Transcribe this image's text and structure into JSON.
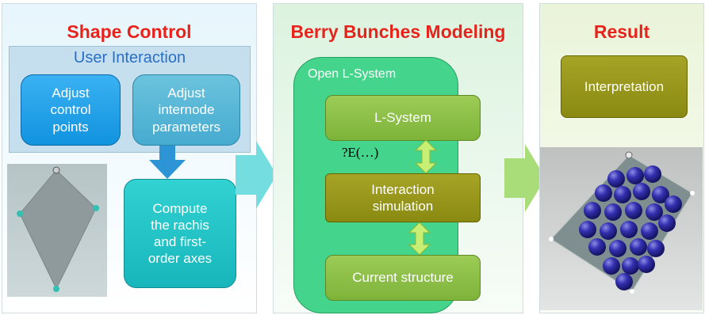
{
  "panels": {
    "shape_control": {
      "title": "Shape Control",
      "user_interaction_label": "User Interaction",
      "adjust_control_points": [
        "Adjust",
        "control",
        "points"
      ],
      "adjust_internode": [
        "Adjust",
        "internode",
        "parameters"
      ],
      "compute": [
        "Compute",
        "the rachis",
        "and first-",
        "order axes"
      ]
    },
    "modeling": {
      "title": "Berry Bunches Modeling",
      "open_lsystem_label": "Open L-System",
      "lsystem": "L-System",
      "formula": "?E(…)",
      "interaction": [
        "Interaction",
        "simulation"
      ],
      "current_structure": "Current structure"
    },
    "result": {
      "title": "Result",
      "interpretation": "Interpretation"
    }
  },
  "colors": {
    "title_red": "#e8231c",
    "user_interaction_blue": "#2a6fc7",
    "open_lsystem_green": "#44d48c",
    "olive": "#8a8a12",
    "light_green": "#7eb33a",
    "berry_purple": "#2e2aa0"
  }
}
